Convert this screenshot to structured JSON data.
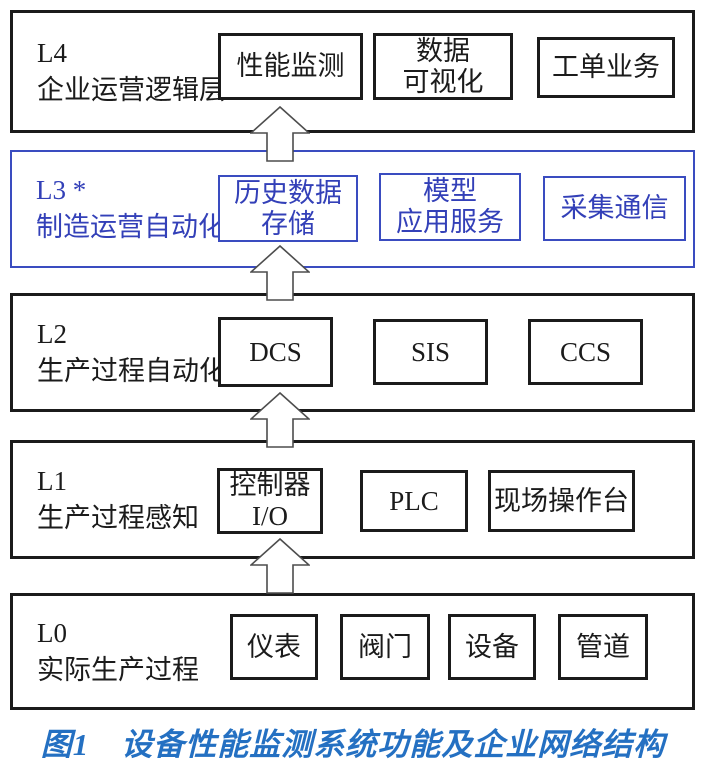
{
  "figure": {
    "caption": "图1　设备性能监测系统功能及企业网络结构"
  },
  "colors": {
    "accent_blue_border": "#3A4CC0",
    "accent_blue_text": "#3340B8",
    "caption_blue": "#2470C2",
    "line_black": "#1B1B1B",
    "arrow_outline": "#4D4D4D",
    "arrow_fill": "#FFFFFF"
  },
  "layers": [
    {
      "label1": "L4",
      "label2": "企业运营逻辑层",
      "highlighted": false,
      "boxes": [
        "性能监测",
        "数据\n可视化",
        "工单业务"
      ]
    },
    {
      "label1": "L3 *",
      "label2": "制造运营自动化",
      "highlighted": true,
      "boxes": [
        "历史数据\n存储",
        "模型\n应用服务",
        "采集通信"
      ]
    },
    {
      "label1": "L2",
      "label2": "生产过程自动化",
      "highlighted": false,
      "boxes": [
        "DCS",
        "SIS",
        "CCS"
      ]
    },
    {
      "label1": "L1",
      "label2": "生产过程感知",
      "highlighted": false,
      "boxes": [
        "控制器\nI/O",
        "PLC",
        "现场操作台"
      ]
    },
    {
      "label1": "L0",
      "label2": "实际生产过程",
      "highlighted": false,
      "boxes": [
        "仪表",
        "阀门",
        "设备",
        "管道"
      ]
    }
  ]
}
